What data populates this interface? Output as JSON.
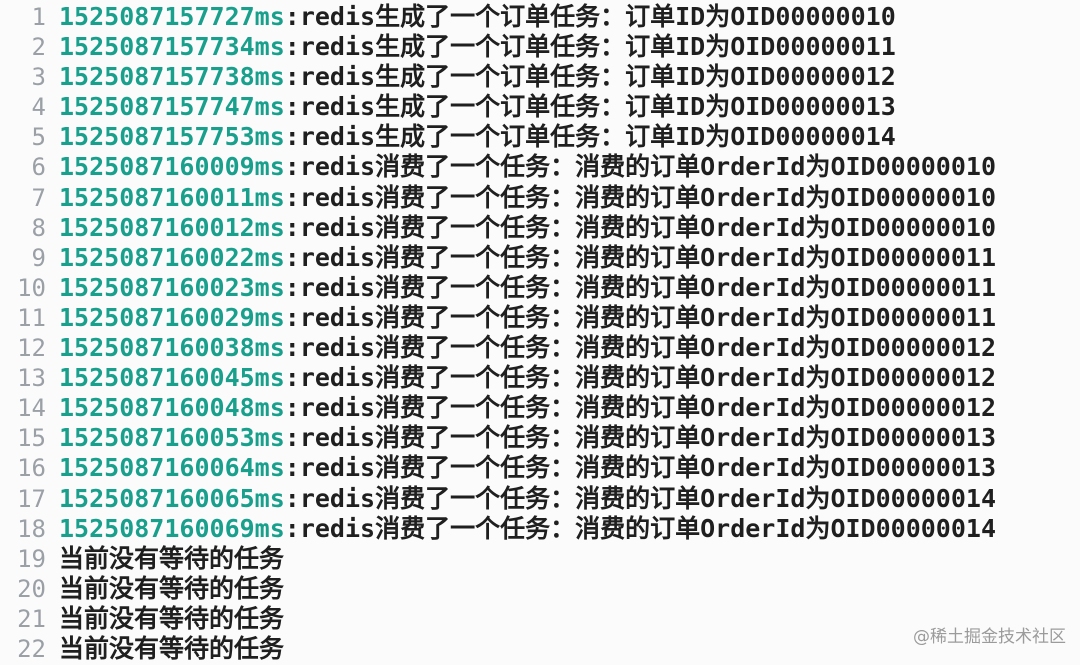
{
  "colors": {
    "background": "#fbfbfb",
    "line_number": "#9aa0a6",
    "timestamp": "#18a08d",
    "text": "#1f1f1f",
    "watermark": "#9b9b9b"
  },
  "watermark": "@稀土掘金技术社区",
  "console": {
    "lines": [
      {
        "num": "1",
        "timestamp": "1525087157727ms",
        "message": ":redis生成了一个订单任务：订单ID为OID00000010"
      },
      {
        "num": "2",
        "timestamp": "1525087157734ms",
        "message": ":redis生成了一个订单任务：订单ID为OID00000011"
      },
      {
        "num": "3",
        "timestamp": "1525087157738ms",
        "message": ":redis生成了一个订单任务：订单ID为OID00000012"
      },
      {
        "num": "4",
        "timestamp": "1525087157747ms",
        "message": ":redis生成了一个订单任务：订单ID为OID00000013"
      },
      {
        "num": "5",
        "timestamp": "1525087157753ms",
        "message": ":redis生成了一个订单任务：订单ID为OID00000014"
      },
      {
        "num": "6",
        "timestamp": "1525087160009ms",
        "message": ":redis消费了一个任务：消费的订单OrderId为OID00000010"
      },
      {
        "num": "7",
        "timestamp": "1525087160011ms",
        "message": ":redis消费了一个任务：消费的订单OrderId为OID00000010"
      },
      {
        "num": "8",
        "timestamp": "1525087160012ms",
        "message": ":redis消费了一个任务：消费的订单OrderId为OID00000010"
      },
      {
        "num": "9",
        "timestamp": "1525087160022ms",
        "message": ":redis消费了一个任务：消费的订单OrderId为OID00000011"
      },
      {
        "num": "10",
        "timestamp": "1525087160023ms",
        "message": ":redis消费了一个任务：消费的订单OrderId为OID00000011"
      },
      {
        "num": "11",
        "timestamp": "1525087160029ms",
        "message": ":redis消费了一个任务：消费的订单OrderId为OID00000011"
      },
      {
        "num": "12",
        "timestamp": "1525087160038ms",
        "message": ":redis消费了一个任务：消费的订单OrderId为OID00000012"
      },
      {
        "num": "13",
        "timestamp": "1525087160045ms",
        "message": ":redis消费了一个任务：消费的订单OrderId为OID00000012"
      },
      {
        "num": "14",
        "timestamp": "1525087160048ms",
        "message": ":redis消费了一个任务：消费的订单OrderId为OID00000012"
      },
      {
        "num": "15",
        "timestamp": "1525087160053ms",
        "message": ":redis消费了一个任务：消费的订单OrderId为OID00000013"
      },
      {
        "num": "16",
        "timestamp": "1525087160064ms",
        "message": ":redis消费了一个任务：消费的订单OrderId为OID00000013"
      },
      {
        "num": "17",
        "timestamp": "1525087160065ms",
        "message": ":redis消费了一个任务：消费的订单OrderId为OID00000014"
      },
      {
        "num": "18",
        "timestamp": "1525087160069ms",
        "message": ":redis消费了一个任务：消费的订单OrderId为OID00000014"
      },
      {
        "num": "19",
        "timestamp": "",
        "message": "当前没有等待的任务"
      },
      {
        "num": "20",
        "timestamp": "",
        "message": "当前没有等待的任务"
      },
      {
        "num": "21",
        "timestamp": "",
        "message": "当前没有等待的任务"
      },
      {
        "num": "22",
        "timestamp": "",
        "message": "当前没有等待的任务"
      }
    ]
  }
}
